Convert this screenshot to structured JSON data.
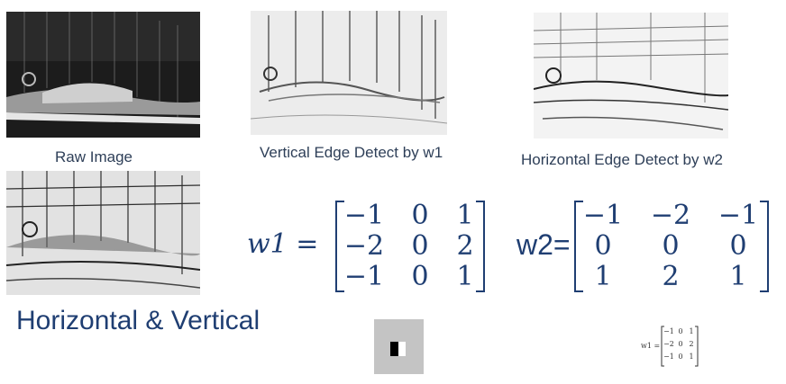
{
  "captions": {
    "raw": "Raw Image",
    "vertical": "Vertical Edge Detect by w1",
    "horizontal": "Horizontal Edge Detect by w2",
    "combined": "Horizontal & Vertical"
  },
  "matrix_w1": {
    "label": "w1 =",
    "rows": [
      [
        "−1",
        "0",
        "1"
      ],
      [
        "−2",
        "0",
        "2"
      ],
      [
        "−1",
        "0",
        "1"
      ]
    ]
  },
  "matrix_w2": {
    "label": "w2=",
    "rows": [
      [
        "−1",
        "−2",
        "−1"
      ],
      [
        "0",
        "0",
        "0"
      ],
      [
        "1",
        "2",
        "1"
      ]
    ]
  },
  "mini_matrix": {
    "label": "w1 =",
    "rows": [
      [
        "−1",
        "0",
        "1"
      ],
      [
        "−2",
        "0",
        "2"
      ],
      [
        "−1",
        "0",
        "1"
      ]
    ]
  },
  "colors": {
    "text": "#1f3e72",
    "caption": "#2e3f58",
    "kernel_bg": "#c4c4c4"
  },
  "icons": [
    "kernel-swatch-icon"
  ]
}
